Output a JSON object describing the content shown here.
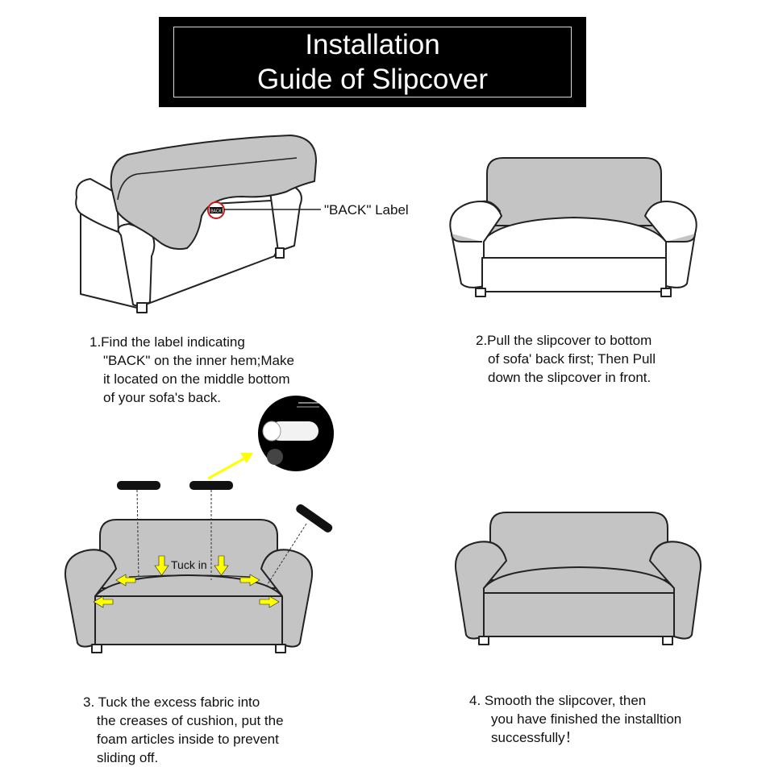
{
  "title": {
    "line1": "Installation",
    "line2": "Guide of Slipcover"
  },
  "back_label": "\"BACK\" Label",
  "tag_text": "BACK",
  "tuck_label": "Tuck in",
  "steps": [
    {
      "lines": [
        "1.Find the label indicating",
        "\"BACK\" on the inner hem;Make",
        "it located on the middle bottom",
        "of your sofa's back."
      ]
    },
    {
      "lines": [
        "2.Pull the slipcover to bottom",
        "of sofa' back first; Then Pull",
        "down the slipcover in front."
      ]
    },
    {
      "lines": [
        "3. Tuck the excess fabric into",
        "the creases of cushion, put the",
        "foam articles inside to prevent",
        "sliding off."
      ]
    },
    {
      "lines": [
        "4. Smooth the slipcover, then",
        "you have finished the installtion",
        "successfully！"
      ]
    }
  ],
  "colors": {
    "cover_gray": "#c4c4c4",
    "outline": "#222222",
    "arrow_yellow": "#ffff00",
    "tag_red": "#d21414",
    "title_bg": "#000000"
  },
  "icons": [
    "sofa-illustration",
    "foam-stick-icon",
    "tuck-arrow-icon",
    "back-tag-icon"
  ]
}
